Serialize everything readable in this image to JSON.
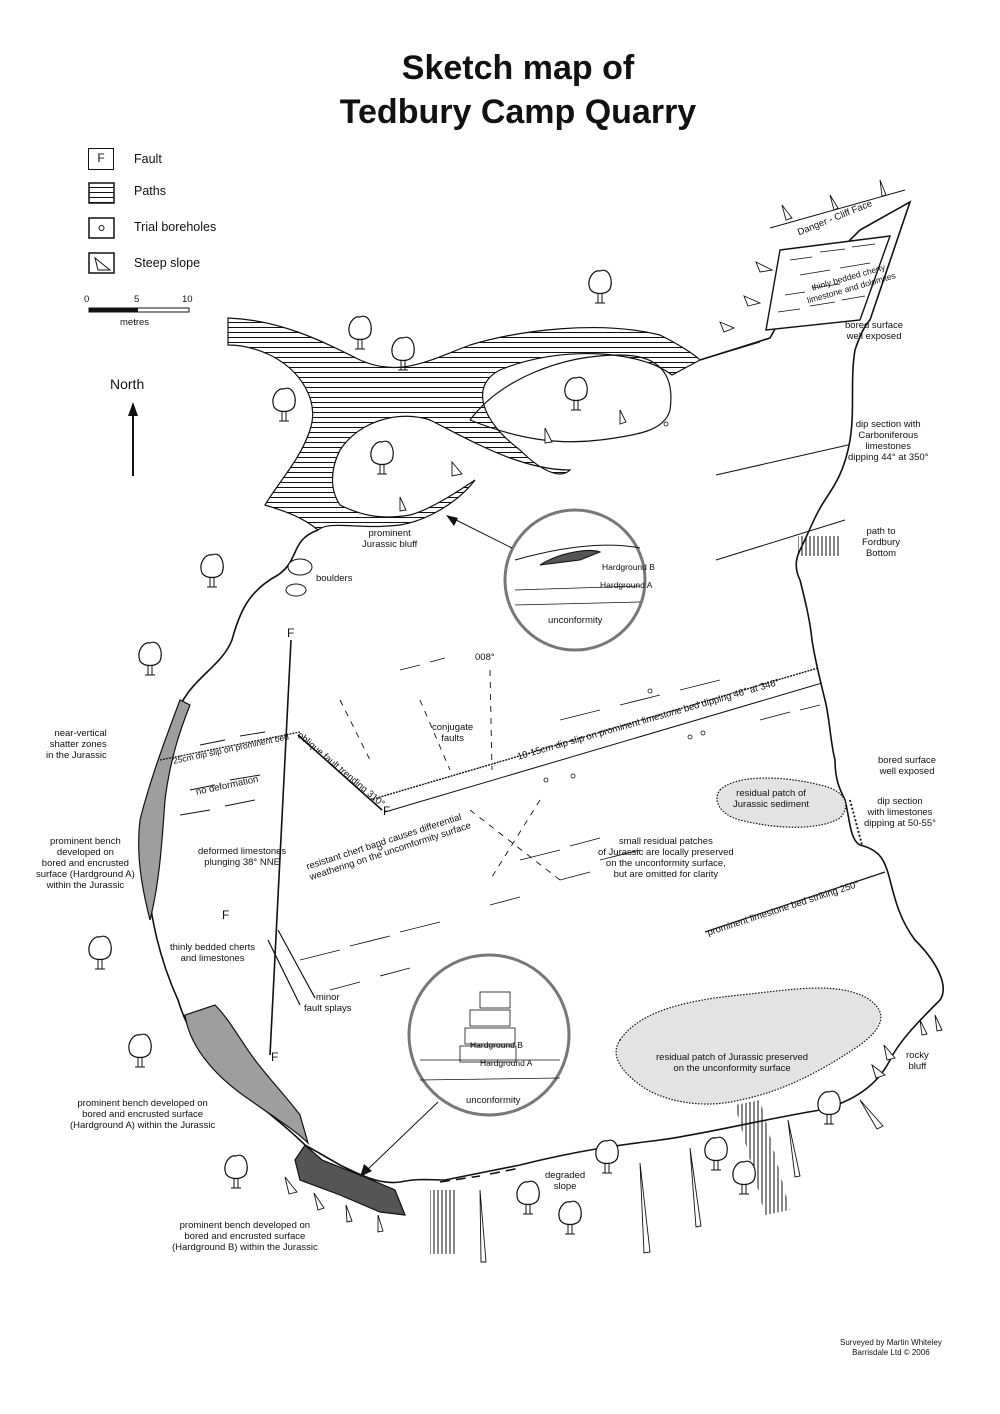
{
  "title": {
    "line1": "Sketch map of",
    "line2": "Tedbury Camp Quarry"
  },
  "legend": [
    {
      "label": "Fault",
      "symbol": "F"
    },
    {
      "label": "Paths"
    },
    {
      "label": "Trial boreholes"
    },
    {
      "label": "Steep slope"
    }
  ],
  "scale": {
    "ticks": [
      "0",
      "5",
      "10"
    ],
    "unit": "metres"
  },
  "north": "North",
  "fault_marks": [
    "F",
    "F",
    "F",
    "F",
    "F"
  ],
  "labels": {
    "danger": "Danger - Cliff Face",
    "cherty": "thinly bedded cherty limestone and dolomites",
    "bored_top": "bored surface\nwell exposed",
    "dip_section_carb": "dip section with\nCarboniferous\nlimestones\ndipping 44° at 350°",
    "path_fordbury": "path to\nFordbury\nBottom",
    "bluff": "prominent\nJurassic bluff",
    "boulders": "boulders",
    "hardground_b": "Hardground B",
    "hardground_a": "Hardground A",
    "unconformity": "unconformity",
    "deg008": "008°",
    "dip_slip_10": "10-15cm dip slip on prominent limestone bed dipping 46° at 346°",
    "conjugate": "conjugate\nfaults",
    "oblique": "oblique fault trending 310°",
    "dip_slip_25": "25cm dip slip on prominent bed",
    "near_vertical": "near-vertical\nshatter zones\nin the Jurassic",
    "no_deformation": "no deformation",
    "bench_a1": "prominent bench\ndeveloped on\nbored and encrusted\nsurface (Hardground A)\nwithin the Jurassic",
    "deformed": "deformed limestones\nplunging 38° NNE",
    "thinly_bedded": "thinly bedded cherts\nand limestones",
    "minor_fault": "minor\nfault splays",
    "chert_band": "resistant chert band causes differential\nweathering on the uncomformity surface",
    "small_patches": "small residual patches\nof Jurassic are locally preserved\non the unconformity surface,\nbut are omitted for clarity",
    "bored_right": "bored surface\nwell exposed",
    "residual_small": "residual patch of\nJurassic sediment",
    "dip_section_right": "dip section\nwith limestones\ndipping at 50-55°",
    "striking": "prominent limestone bed striking 250°",
    "residual_large": "residual patch of Jurassic preserved\non the unconformity surface",
    "rocky_bluff": "rocky\nbluff",
    "hardground_b2": "Hardground B",
    "hardground_a2": "Hardground A",
    "unconformity2": "unconformity",
    "bench_a2": "prominent bench developed on\nbored and encrusted surface\n(Hardground A) within the Jurassic",
    "degraded": "degraded\nslope",
    "bench_b": "prominent bench developed on\nbored and encrusted surface\n(Hardground B) within the Jurassic",
    "credit": "Surveyed by Martin Whiteley\nBarrisdale Ltd © 2006"
  }
}
